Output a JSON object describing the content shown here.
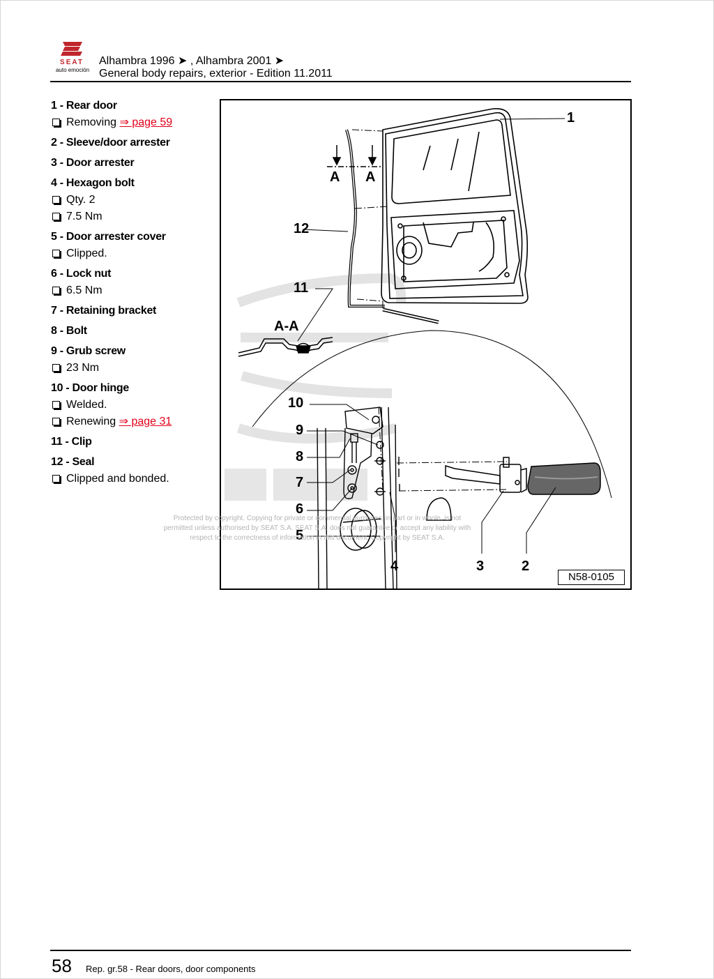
{
  "header": {
    "logo_word": "SEAT",
    "logo_sub": "auto emoción",
    "line1": "Alhambra 1996 ➤ , Alhambra 2001 ➤",
    "line2": "General body repairs, exterior - Edition 11.2011"
  },
  "legend": {
    "item1": {
      "title": "1 - Rear door",
      "b1_text": "Removing ",
      "b1_link": "⇒ page 59"
    },
    "item2": {
      "title": "2 - Sleeve/door arrester"
    },
    "item3": {
      "title": "3 - Door arrester"
    },
    "item4": {
      "title": "4 - Hexagon bolt",
      "b1": "Qty. 2",
      "b2": "7.5 Nm"
    },
    "item5": {
      "title": "5 - Door arrester cover",
      "b1": "Clipped."
    },
    "item6": {
      "title": "6 - Lock nut",
      "b1": "6.5 Nm"
    },
    "item7": {
      "title": "7 - Retaining bracket"
    },
    "item8": {
      "title": "8 - Bolt"
    },
    "item9": {
      "title": "9 - Grub screw",
      "b1": "23 Nm"
    },
    "item10": {
      "title": "10 - Door hinge",
      "b1": "Welded.",
      "b2_text": "Renewing ",
      "b2_link": "⇒ page 31"
    },
    "item11": {
      "title": "11 - Clip"
    },
    "item12": {
      "title": "12 - Seal",
      "b1": "Clipped and bonded."
    }
  },
  "figure": {
    "callouts": {
      "c1": "1",
      "c2": "2",
      "c3": "3",
      "c4": "4",
      "c5": "5",
      "c6": "6",
      "c7": "7",
      "c8": "8",
      "c9": "9",
      "c10": "10",
      "c11": "11",
      "c12": "12"
    },
    "section_marker": "A",
    "section_label": "A-A",
    "figure_id": "N58-0105"
  },
  "watermark": {
    "line1": "Protected by copyright. Copying for private or commercial purposes, in part or in whole, is not",
    "line2": "permitted unless authorised by SEAT S.A. SEAT S.A. does not guarantee or accept any liability with",
    "line3": "respect to the correctness of information in this document. Copyright by SEAT S.A."
  },
  "footer": {
    "page_number": "58",
    "text": "Rep. gr.58 - Rear doors, door components"
  }
}
